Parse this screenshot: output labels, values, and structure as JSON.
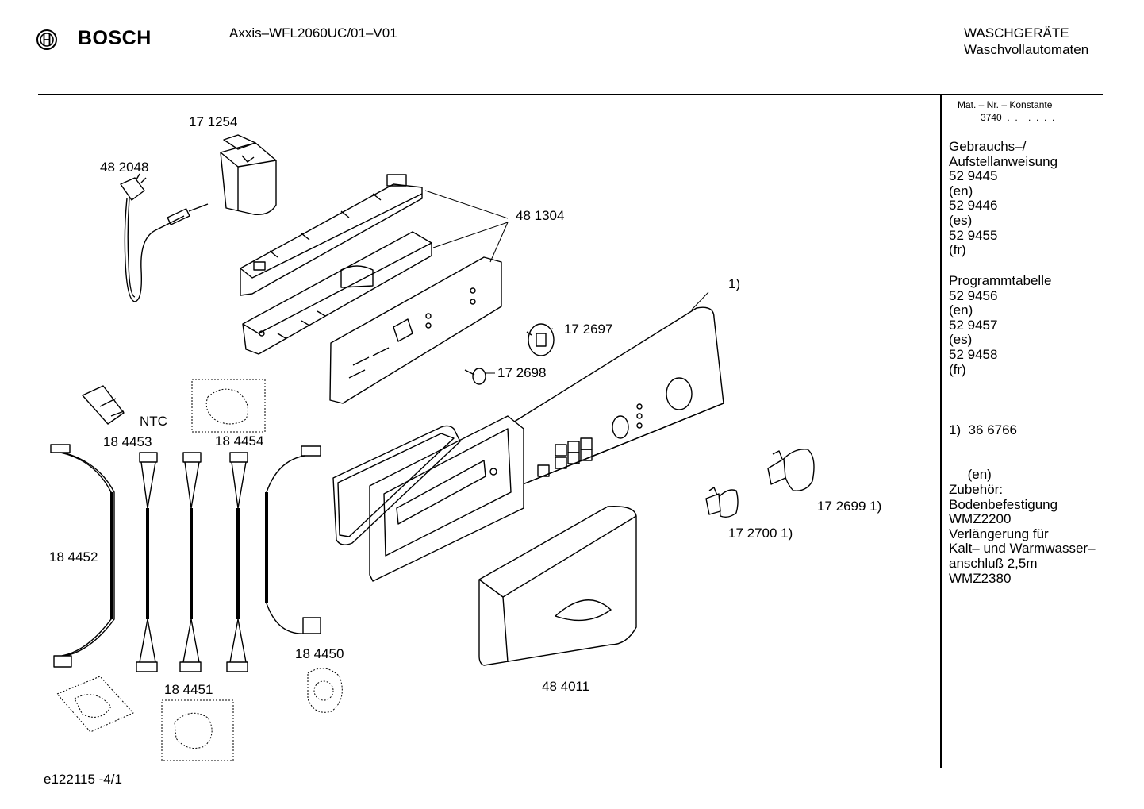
{
  "header": {
    "brand": "BOSCH",
    "model": "Axxis–WFL2060UC/01–V01",
    "category_line1": "WASCHGERÄTE",
    "category_line2": "Waschvollautomaten"
  },
  "side_panel": {
    "mat_label": "Mat. – Nr. – Konstante",
    "mat_value": "3740  .  .    .  .  .  .",
    "gebrauch": [
      "Gebrauchs–/",
      "Aufstellanweisung",
      "52 9445",
      "(en)",
      "52 9446",
      "(es)",
      "52 9455",
      "(fr)"
    ],
    "programm": [
      "Programmtabelle",
      "52 9456",
      "(en)",
      "52 9457",
      "(es)",
      "52 9458",
      "(fr)"
    ],
    "footnote": [
      "1)  36 6766",
      "     (en)"
    ],
    "zubehoer": [
      "Zubehör:",
      "Bodenbefestigung",
      "WMZ2200",
      "Verlängerung für",
      "Kalt– und Warmwasser–",
      "anschluß 2,5m",
      "WMZ2380"
    ]
  },
  "part_labels": {
    "p171254": "17 1254",
    "p482048": "48 2048",
    "p481304": "48 1304",
    "p1": "1)",
    "p172697": "17 2697",
    "p172698": "17 2698",
    "ntc": "NTC",
    "p184453": "18 4453",
    "p184454": "18 4454",
    "p184452": "18 4452",
    "p184450": "18 4450",
    "p184451": "18 4451",
    "p172699": "17 2699 1)",
    "p172700": "17 2700 1)",
    "p484011": "48 4011"
  },
  "footer": {
    "code": "e122115 -4/1"
  },
  "icons": {
    "brand_logo": "bosch-armature-icon"
  }
}
